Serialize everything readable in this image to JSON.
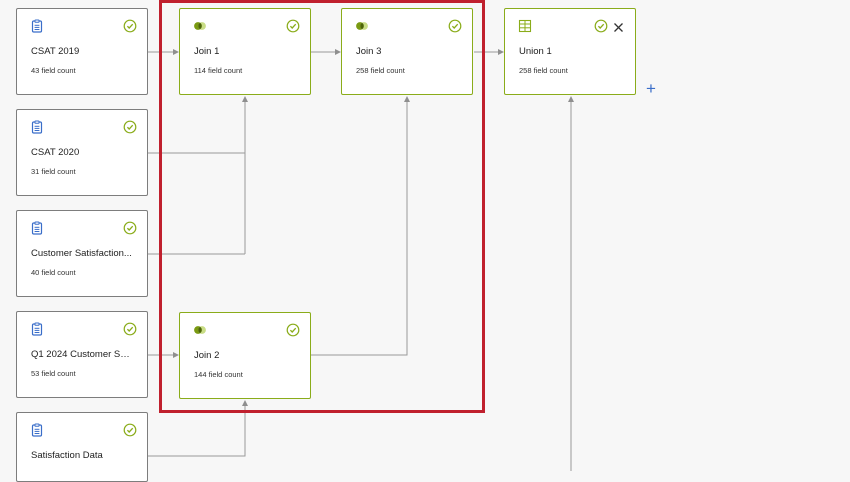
{
  "sources": [
    {
      "id": "csat2019",
      "title": "CSAT 2019",
      "count": "43 field count",
      "icon": "clipboard-icon"
    },
    {
      "id": "csat2020",
      "title": "CSAT 2020",
      "count": "31 field count",
      "icon": "clipboard-icon"
    },
    {
      "id": "customer-satisfaction",
      "title": "Customer Satisfaction...",
      "count": "40 field count",
      "icon": "clipboard-icon"
    },
    {
      "id": "q1-2024",
      "title": "Q1 2024 Customer Sa...",
      "count": "53 field count",
      "icon": "clipboard-icon"
    },
    {
      "id": "satisfaction-data",
      "title": "Satisfaction Data",
      "count": "",
      "icon": "clipboard-icon"
    }
  ],
  "joins": [
    {
      "id": "join1",
      "title": "Join 1",
      "count": "114 field count",
      "icon": "join-icon"
    },
    {
      "id": "join3",
      "title": "Join 3",
      "count": "258 field count",
      "icon": "join-icon"
    },
    {
      "id": "join2",
      "title": "Join 2",
      "count": "144 field count",
      "icon": "join-icon"
    }
  ],
  "union": {
    "id": "union1",
    "title": "Union 1",
    "count": "258 field count",
    "icon": "union-table-icon",
    "close_icon": "close-icon"
  },
  "status_icon": "check-circle-icon",
  "add_icon": "plus-icon",
  "add_label": "+",
  "colors": {
    "accent_green": "#8aac1a",
    "source_border": "#7d7d7d",
    "source_icon": "#3a6ec9",
    "highlight": "#c0202e",
    "connector": "#9a9a9a",
    "background": "#f7f7f7"
  }
}
